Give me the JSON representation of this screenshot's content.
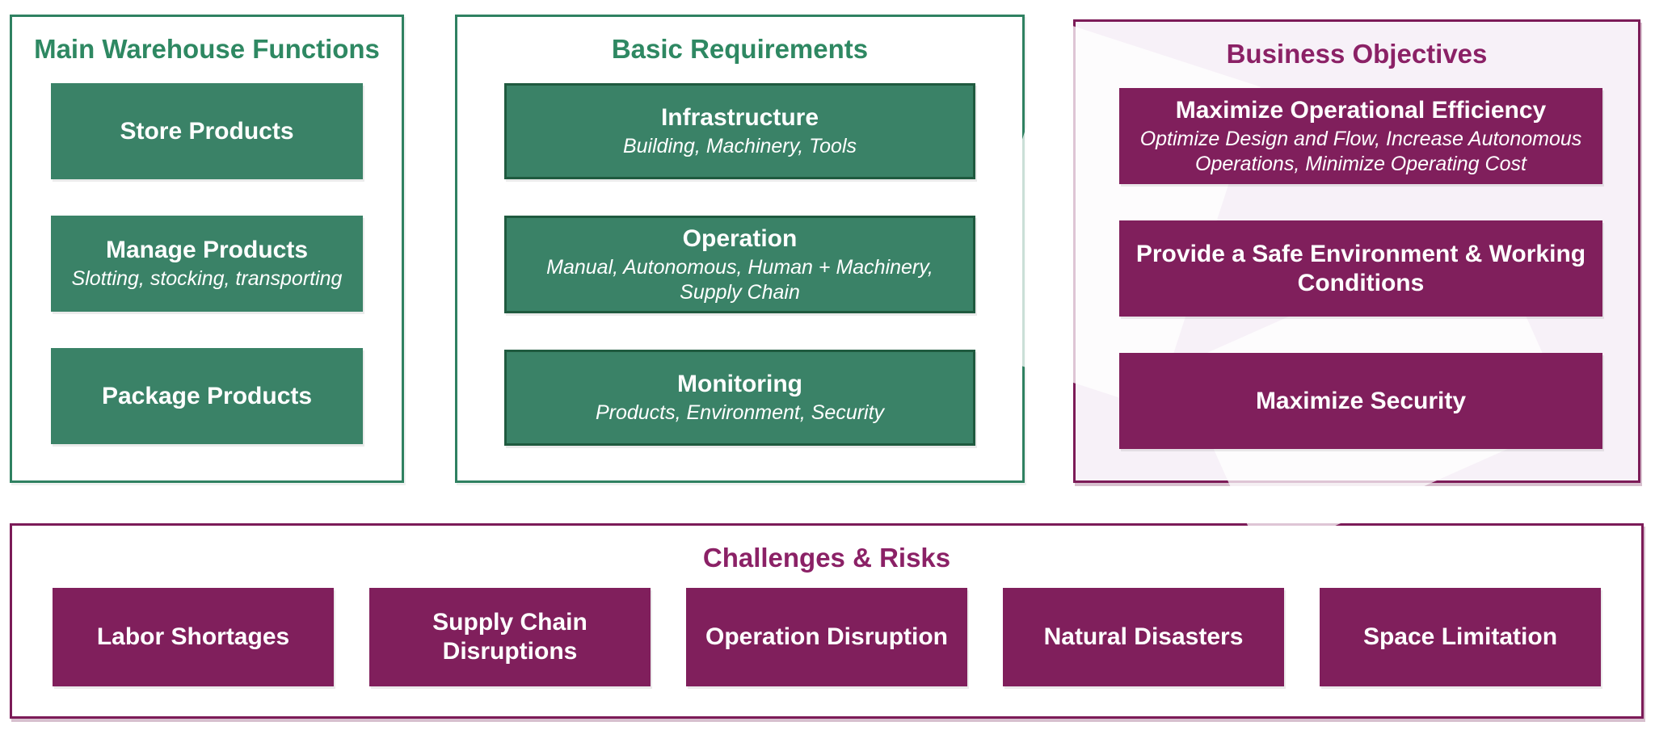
{
  "colors": {
    "green_fill": "#3a8267",
    "green_border_dark": "#1f5a3f",
    "green_panel_border": "#2f8161",
    "green_title_text": "#2e8862",
    "purple_fill": "#801f5c",
    "purple_panel_border": "#7c1b58",
    "purple_title_text": "#8b2166",
    "box_text": "#ffffff",
    "objectives_panel_bg": "#f7f1f8"
  },
  "panels": {
    "warehouse": {
      "title": "Main Warehouse Functions",
      "items": [
        {
          "title": "Store Products",
          "subtitle": ""
        },
        {
          "title": "Manage Products",
          "subtitle": "Slotting, stocking, transporting"
        },
        {
          "title": "Package Products",
          "subtitle": ""
        }
      ]
    },
    "requirements": {
      "title": "Basic Requirements",
      "items": [
        {
          "title": "Infrastructure",
          "subtitle": "Building, Machinery, Tools"
        },
        {
          "title": "Operation",
          "subtitle": "Manual, Autonomous, Human + Machinery,\nSupply Chain"
        },
        {
          "title": "Monitoring",
          "subtitle": "Products, Environment, Security"
        }
      ]
    },
    "objectives": {
      "title": "Business Objectives",
      "items": [
        {
          "title": "Maximize Operational Efficiency",
          "subtitle": "Optimize Design and Flow, Increase Autonomous\nOperations, Minimize Operating Cost"
        },
        {
          "title": "Provide a Safe Environment & Working\nConditions",
          "subtitle": ""
        },
        {
          "title": "Maximize Security",
          "subtitle": ""
        }
      ]
    },
    "challenges": {
      "title": "Challenges & Risks",
      "items": [
        {
          "title": "Labor Shortages"
        },
        {
          "title": "Supply Chain\nDisruptions"
        },
        {
          "title": "Operation Disruption"
        },
        {
          "title": "Natural Disasters"
        },
        {
          "title": "Space Limitation"
        }
      ]
    }
  }
}
